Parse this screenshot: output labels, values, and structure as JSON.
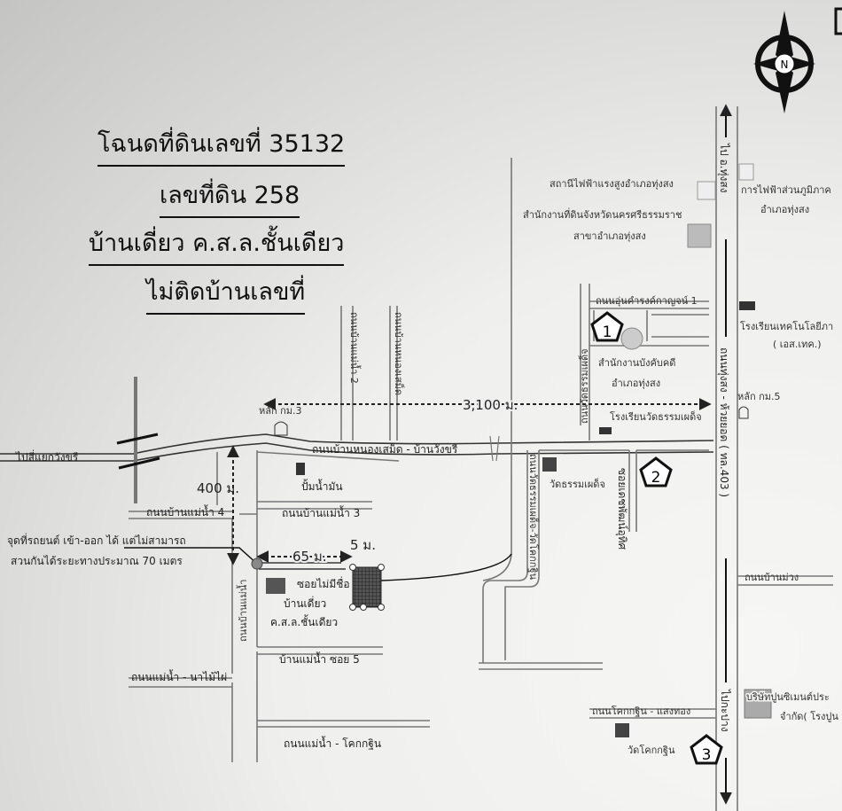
{
  "title": {
    "line1": "โฉนดที่ดินเลขที่ 35132",
    "line2": "เลขที่ดิน 258",
    "line3": "บ้านเดี่ยว ค.ส.ล.ชั้นเดียว",
    "line4": "ไม่ติดบ้านเลขที่"
  },
  "compass": {
    "letter": "N",
    "icon": "north-arrow-icon"
  },
  "roads": {
    "to_wangkhari": "ไปสี่แยกวังขรี",
    "main_road": "ถนนบ้านหนองเสม็ด - บ้านวังขรี",
    "mae_nam_2": "ถนนบ้านแม่น้ำ 2",
    "nong_samet": "ถนนบ้านหนองเสม็ด",
    "mae_nam_4": "ถนนบ้านแม่น้ำ 4",
    "mae_nam_3": "ถนนบ้านแม่น้ำ 3",
    "mae_nam_vertical": "ถนนบ้านแม่น้ำ",
    "mae_nam_soi5": "บ้านแม่น้ำ ซอย 5",
    "mae_nam_na_mai_phai": "ถนนแม่น้ำ - นาไม้ไผ่",
    "mae_nam_khok_krathin": "ถนนแม่น้ำ - โคกกฐิน",
    "unnamed_soi": "ซอยไม่มีชื่อ",
    "to_thungsong": "ไป อ.ทุ่งสง",
    "highway": "ถนนทุ่งสง - ห้วยยอด ( ทล.403 )",
    "to_kapang": "ไปกะปาง",
    "un_kamrong": "ถนนอุ่นคำรงค์กาญจน์ 1",
    "wat_thamma": "ถนนวัดธรรมเผด็จ",
    "wat_thamma_khok": "ถนนวัดธรรมเผด็จ-วัดโคกกฐิน",
    "soi_det": "ซอยเดชพัฒน์อุทิศ",
    "ban_muang": "ถนนบ้านม่วง",
    "khok_krathin_saengthong": "ถนนโคกกฐิน - แสงทอง"
  },
  "distances": {
    "d3100": "3,100 ม.",
    "d400": "400 ม.",
    "d65": "65 ม.",
    "d5": "5 ม."
  },
  "landmarks": {
    "km3": "หลัก กม.3",
    "km5": "หลัก กม.5",
    "gas_station": "ปั้มน้ำมัน",
    "substation": "สถานีไฟฟ้าแรงสูงอำเภอทุ่งสง",
    "pea_1": "การไฟฟ้าส่วนภูมิภาค",
    "pea_2": "อำเภอทุ่งสง",
    "land_office_1": "สำนักงานที่ดินจังหวัดนครศรีธรรมราช",
    "land_office_2": "สาขาอำเภอทุ่งสง",
    "tech_school_1": "โรงเรียนเทคโนโลยีภา",
    "tech_school_2": "( เอส.เทค.)",
    "enforcement_1": "สำนักงานบังคับคดี",
    "enforcement_2": "อำเภอทุ่งสง",
    "wat_school": "โรงเรียนวัดธรรมเผด็จ",
    "wat_thamma": "วัดธรรมเผด็จ",
    "wat_khok": "วัดโคกกฐิน",
    "cement_1": "บริษัทปูนซิเมนต์ประ",
    "cement_2": "จำกัด( โรงปูน"
  },
  "property": {
    "type_1": "บ้านเดี่ยว",
    "type_2": "ค.ส.ล.ชั้นเดียว",
    "access_note_1": "จุดที่รถยนต์ เข้า-ออก ได้ แต่ไม่สามารถ",
    "access_note_2": "สวนกันได้ระยะทางประมาณ 70 เมตร"
  },
  "markers": [
    "1",
    "2",
    "3"
  ]
}
